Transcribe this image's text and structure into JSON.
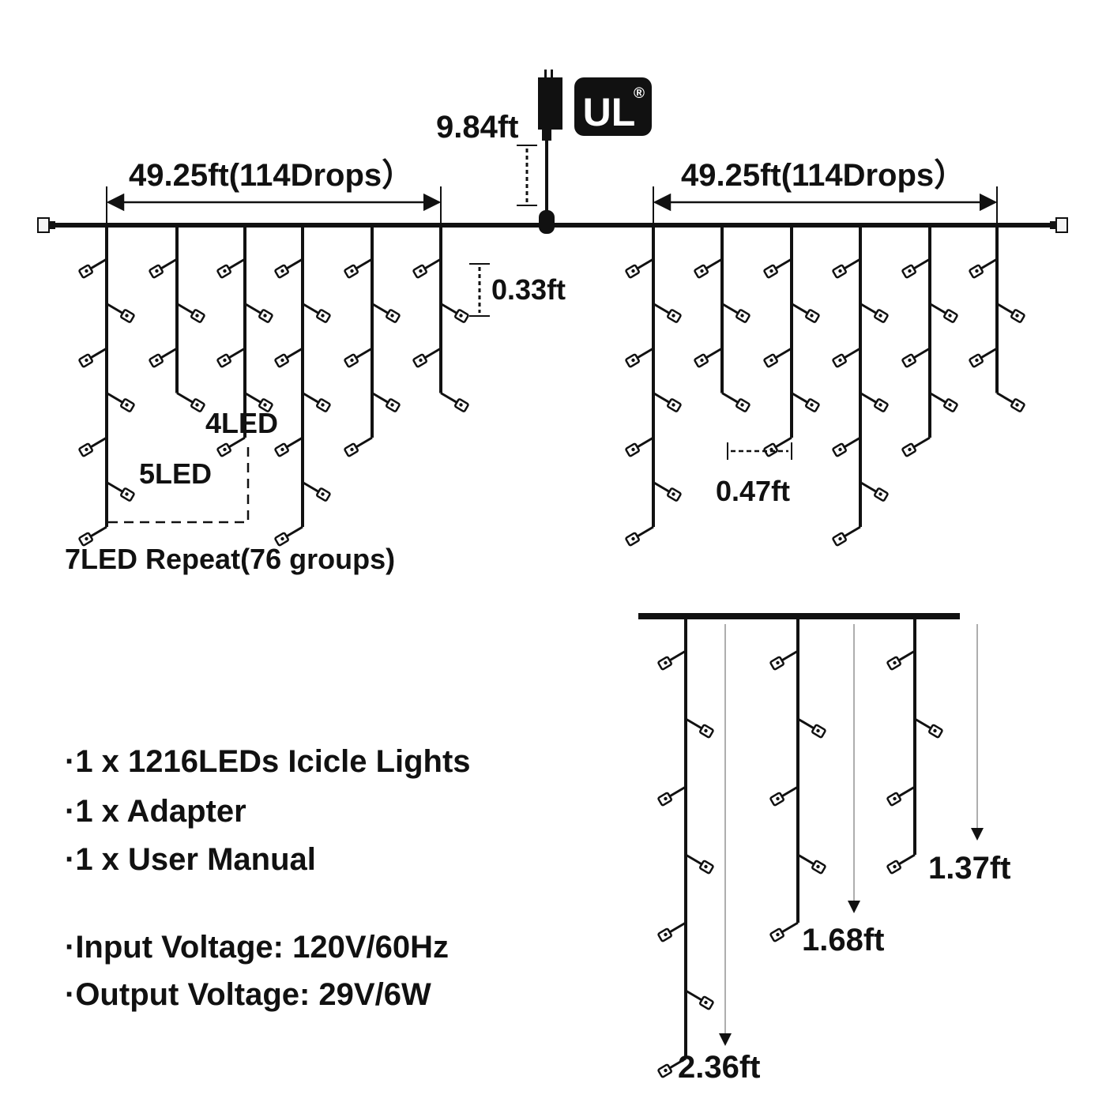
{
  "colors": {
    "wire": "#111111",
    "bulb": "#111111",
    "arrow_gray": "#9a9a9a",
    "background": "#ffffff"
  },
  "icons": [
    "plug-adapter-icon",
    "ul-certification-logo",
    "end-connector-icon"
  ],
  "top": {
    "cord_length": "9.84ft",
    "left_span": "49.25ft(114Drops）",
    "right_span": "49.25ft(114Drops）",
    "bulb_spacing": "0.33ft",
    "drop_spacing": "0.47ft",
    "label_4led": "4LED",
    "label_5led": "5LED",
    "repeat_label": "7LED Repeat(76 groups)"
  },
  "logo": {
    "text": "UL",
    "mark": "®"
  },
  "drop_pattern_leds": [
    7,
    4,
    5,
    7,
    5,
    4
  ],
  "lengths": {
    "long": "2.36ft",
    "medium": "1.68ft",
    "short": "1.37ft"
  },
  "package": [
    "·1 x 1216LEDs Icicle Lights",
    "·1 x Adapter",
    "·1 x User Manual"
  ],
  "specs": [
    "·Input Voltage: 120V/60Hz",
    "·Output Voltage: 29V/6W"
  ]
}
